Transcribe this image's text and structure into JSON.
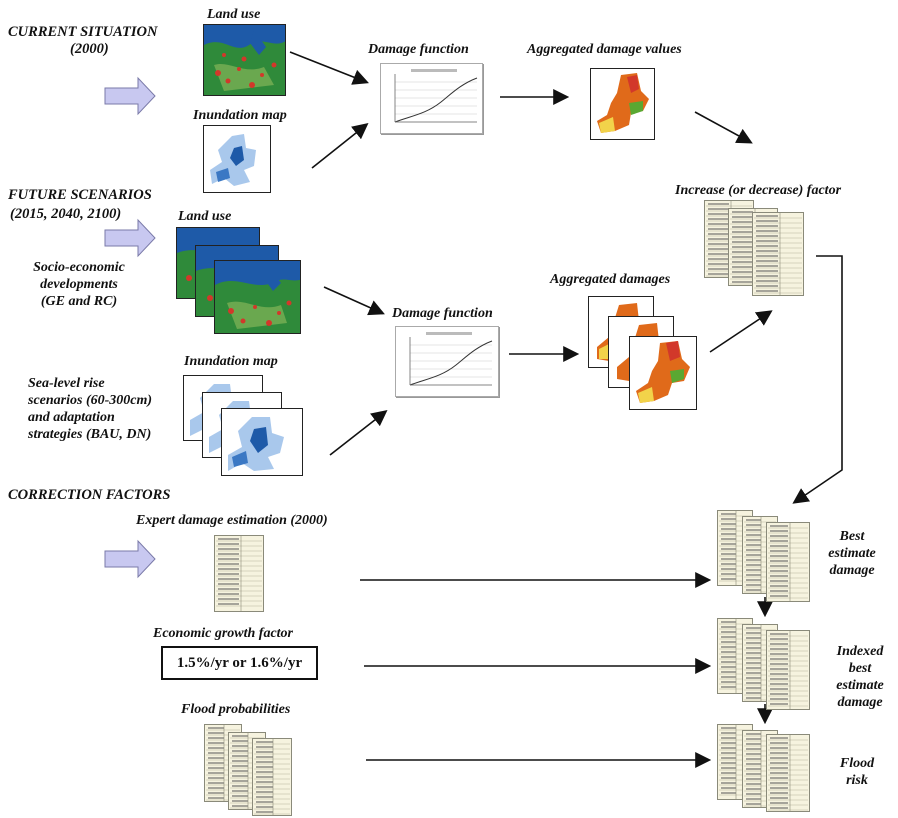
{
  "labels": {
    "current_situation": "CURRENT SITUATION",
    "current_year": "(2000)",
    "future_scenarios": "FUTURE SCENARIOS",
    "future_years": "(2015, 2040, 2100)",
    "correction_factors": "CORRECTION FACTORS",
    "land_use_1": "Land use",
    "land_use_2": "Land use",
    "inundation_map_1": "Inundation map",
    "inundation_map_2": "Inundation map",
    "damage_function_1": "Damage function",
    "damage_function_2": "Damage function",
    "aggregated_damage_values": "Aggregated damage values",
    "aggregated_damages": "Aggregated damages",
    "increase_factor": "Increase (or decrease) factor",
    "socio_economic_1": "Socio-economic",
    "socio_economic_2": "developments",
    "socio_economic_3": "(GE and RC)",
    "sea_level_1": "Sea-level rise",
    "sea_level_2": "scenarios (60-300cm)",
    "sea_level_3": "and adaptation",
    "sea_level_4": "strategies (BAU, DN)",
    "expert_damage": "Expert damage estimation (2000)",
    "economic_growth": "Economic growth factor",
    "growth_value": "1.5%/yr or 1.6%/yr",
    "flood_probabilities": "Flood probabilities",
    "best_1": "Best",
    "best_2": "estimate",
    "best_3": "damage",
    "indexed_1": "Indexed",
    "indexed_2": "best",
    "indexed_3": "estimate",
    "indexed_4": "damage",
    "flood_1": "Flood",
    "flood_2": "risk"
  },
  "colors": {
    "arrow_fill": "#c8c8f0",
    "arrow_stroke": "#7a7aa8",
    "map_water": "#1e5aa8",
    "map_land": "#2f8a3a",
    "map_red": "#d2382a",
    "damage_orange": "#e06a1a",
    "table_bg": "#f6f3df"
  }
}
